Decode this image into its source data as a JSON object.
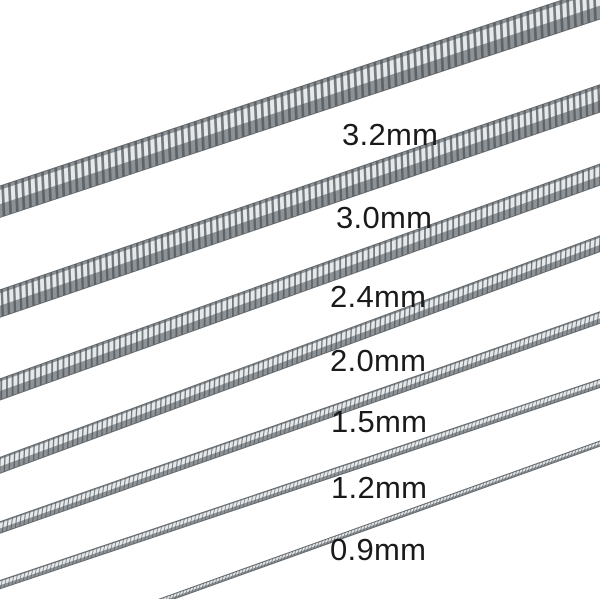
{
  "photo": {
    "labels": [
      "3.2mm",
      "3.0mm",
      "2.4mm",
      "2.0mm",
      "1.5mm",
      "1.2mm",
      "0.9mm"
    ],
    "chain_color": "#b9bdc1",
    "background": "#ffffff"
  }
}
